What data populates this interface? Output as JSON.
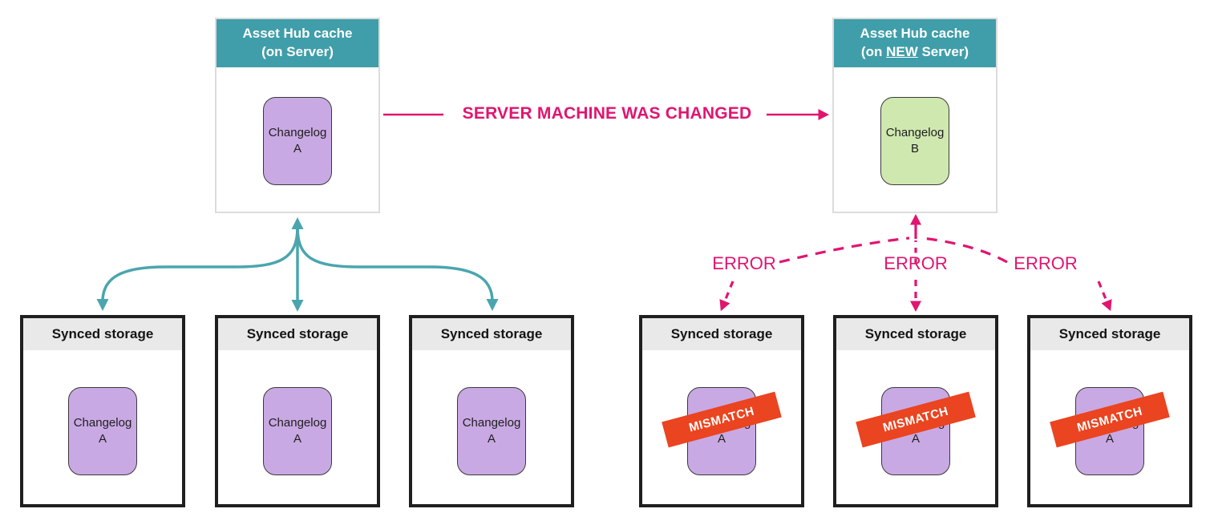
{
  "colors": {
    "teal_header": "#3F9EA9",
    "teal_arrow": "#4BA5AE",
    "magenta": "#E01570",
    "changelog_purple": "#C9A9E3",
    "changelog_green": "#CFE8AF",
    "mismatch_orange": "#EA4420",
    "storage_header_gray": "#E9E9E9",
    "storage_border": "#1f1f1f",
    "hub_border": "#dcdcdc"
  },
  "left_hub": {
    "title_line1": "Asset Hub cache",
    "title_line2": "(on Server)",
    "changelog_label": "Changelog",
    "changelog_version": "A"
  },
  "right_hub": {
    "title_line1": "Asset Hub cache",
    "title_line2_prefix": "(on ",
    "title_line2_emphasis": "NEW",
    "title_line2_suffix": " Server)",
    "changelog_label": "Changelog",
    "changelog_version": "B"
  },
  "center_banner": {
    "text": "SERVER MACHINE WAS CHANGED"
  },
  "errors": [
    "ERROR",
    "ERROR",
    "ERROR"
  ],
  "storages": [
    {
      "title": "Synced storage",
      "changelog_label": "Changelog",
      "changelog_version": "A"
    },
    {
      "title": "Synced storage",
      "changelog_label": "Changelog",
      "changelog_version": "A"
    },
    {
      "title": "Synced storage",
      "changelog_label": "Changelog",
      "changelog_version": "A"
    },
    {
      "title": "Synced storage",
      "changelog_label": "Changelog",
      "changelog_version": "A",
      "mismatch": "MISMATCH"
    },
    {
      "title": "Synced storage",
      "changelog_label": "Changelog",
      "changelog_version": "A",
      "mismatch": "MISMATCH"
    },
    {
      "title": "Synced storage",
      "changelog_label": "Changelog",
      "changelog_version": "A",
      "mismatch": "MISMATCH"
    }
  ]
}
